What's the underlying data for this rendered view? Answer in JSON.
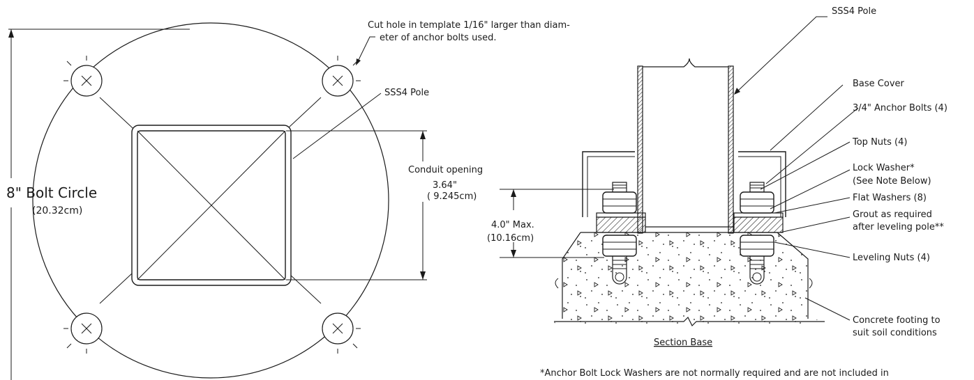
{
  "template": {
    "cut_hole_note_line1": "Cut hole in template 1/16\" larger than diam-",
    "cut_hole_note_line2": "eter of anchor bolts used.",
    "pole_label": "SSS4 Pole",
    "bolt_circle_label": "8\" Bolt Circle",
    "bolt_circle_metric": "(20.32cm)",
    "conduit_label": "Conduit opening",
    "conduit_size": "3.64\"",
    "conduit_size_metric": "( 9.245cm)"
  },
  "section": {
    "pole_label": "SSS4 Pole",
    "max_height": "4.0\" Max.",
    "max_height_metric": "(10.16cm)",
    "title": "Section Base",
    "callouts": {
      "base_cover": "Base Cover",
      "anchor_bolts": "3/4\" Anchor Bolts (4)",
      "top_nuts": "Top Nuts (4)",
      "lock_washer": "Lock Washer*",
      "lock_washer_note": "(See Note Below)",
      "flat_washers": "Flat Washers (8)",
      "grout_line1": "Grout as required",
      "grout_line2": "after leveling pole**",
      "leveling_nuts": "Leveling Nuts (4)",
      "footing_line1": "Concrete footing to",
      "footing_line2": "suit soil conditions"
    }
  },
  "footnote": "*Anchor Bolt Lock Washers are not normally required and are not included in"
}
